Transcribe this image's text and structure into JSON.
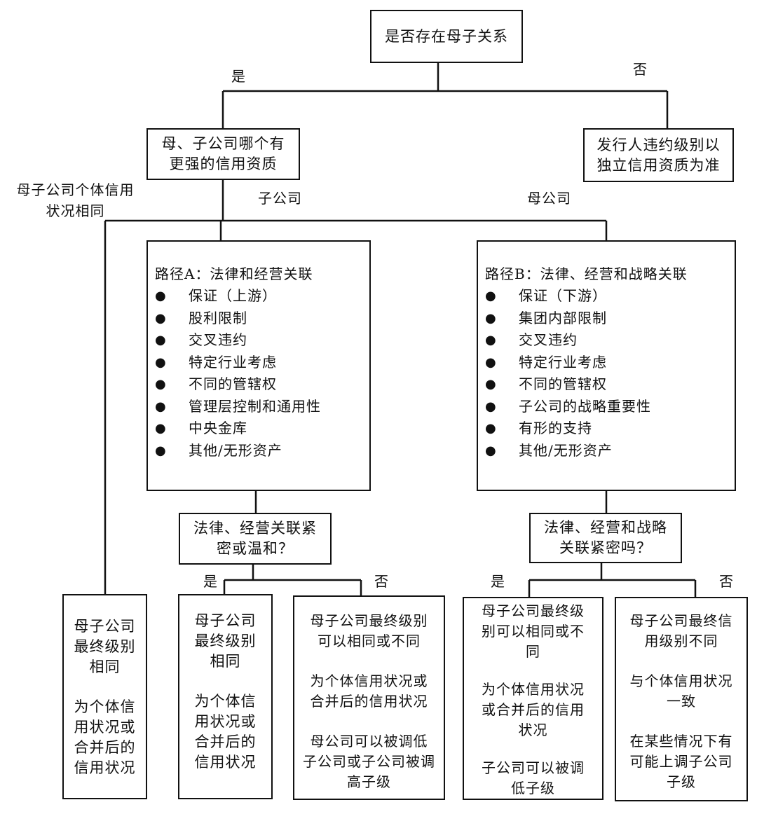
{
  "root_question": "是否存在母子关系",
  "root_yes": "是",
  "root_no": "否",
  "stronger_question": "母、子公司哪个有\n更强的信用资质",
  "no_relation_result": "发行人违约级别以\n独立信用资质为准",
  "same_label": "母子公司个体信用\n状况相同",
  "subsidiary_label": "子公司",
  "parent_label": "母公司",
  "path_a": {
    "title": "路径A：法律和经营关联",
    "items": [
      "保证（上游）",
      "股利限制",
      "交叉违约",
      "特定行业考虑",
      "不同的管辖权",
      "管理层控制和通用性",
      "中央金库",
      "其他/无形资产"
    ]
  },
  "path_b": {
    "title": "路径B：法律、经营和战略关联",
    "items": [
      "保证（下游）",
      "集团内部限制",
      "交叉违约",
      "特定行业考虑",
      "不同的管辖权",
      "子公司的战略重要性",
      "有形的支持",
      "其他/无形资产"
    ]
  },
  "bullet_char": "●",
  "question_a": "法律、经营关联紧\n密或温和？",
  "question_b": "法律、经营和战略\n关联紧密吗？",
  "a_yes": "是",
  "a_no": "否",
  "b_yes": "是",
  "b_no": "否",
  "result_same": [
    "母子公司\n最终级别\n相同",
    "为个体信\n用状况或\n合并后的\n信用状况"
  ],
  "result_a_yes": [
    "母子公司\n最终级别\n相同",
    "为个体信\n用状况或\n合并后的\n信用状况"
  ],
  "result_a_no": [
    "母子公司最终级别\n可以相同或不同",
    "为个体信用状况或\n合并后的信用状况",
    "母公司可以被调低\n子公司或子公司被调\n高子级"
  ],
  "result_b_yes": [
    "母子公司最终级\n别可以相同或不\n同",
    "为个体信用状况\n或合并后的信用\n状况",
    "子公司可以被调\n低子级"
  ],
  "result_b_no": [
    "母子公司最终信\n用级别不同",
    "与个体信用状况\n一致",
    "在某些情况下有\n可能上调子公司\n子级"
  ]
}
